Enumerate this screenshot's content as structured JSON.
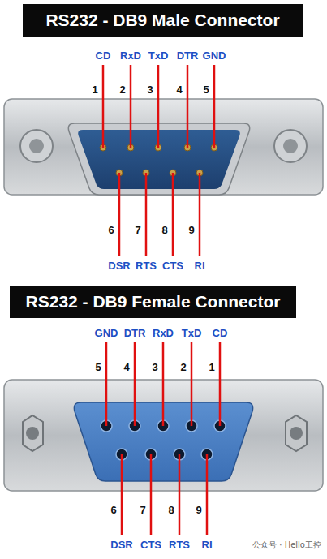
{
  "diagram": {
    "nodes": [
      {
        "text": [
          "RS232 - DB9 Male Connector"
        ]
      },
      {
        "text": [
          "RS232 - DB9 Female Connector"
        ]
      }
    ],
    "labels": [
      "CD",
      "RxD",
      "TxD",
      "DTR",
      "GND",
      "1",
      "2",
      "3",
      "4",
      "5",
      "6",
      "7",
      "8",
      "9",
      "DSR",
      "RTS",
      "CTS",
      "RI",
      "GND",
      "DTR",
      "RxD",
      "TxD",
      "CD",
      "5",
      "4",
      "3",
      "2",
      "1",
      "6",
      "7",
      "8",
      "9",
      "DSR",
      "CTS",
      "RTS",
      "RI",
      "公众号 · Hello工控"
    ]
  }
}
